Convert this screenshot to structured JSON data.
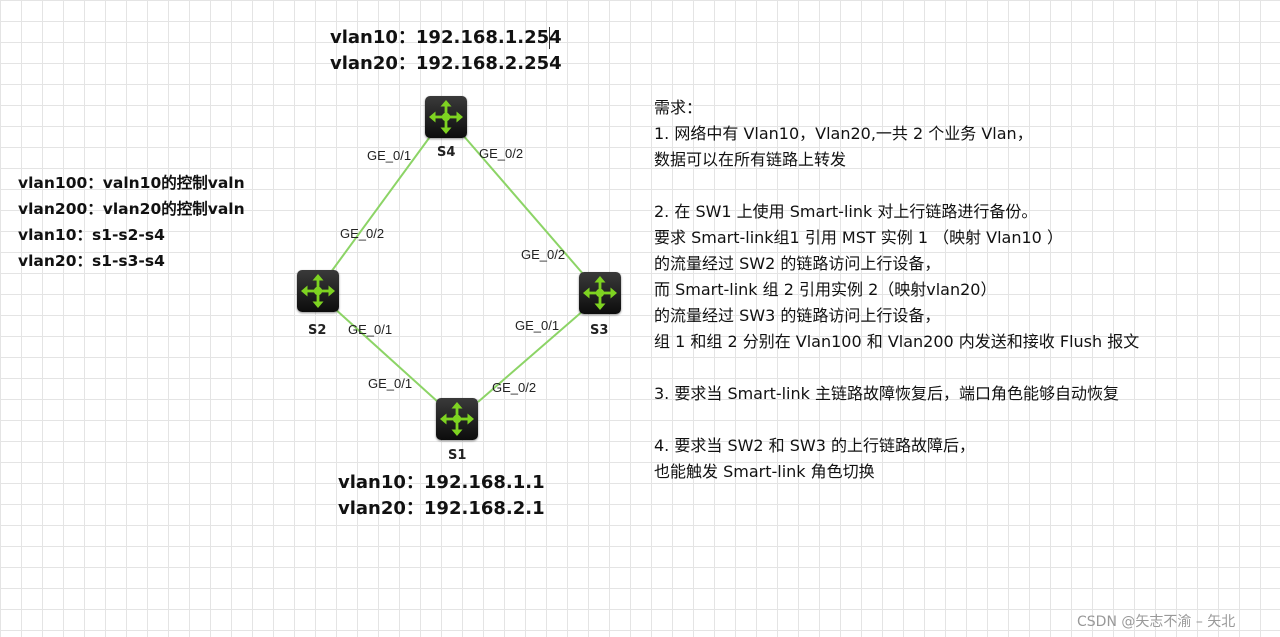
{
  "top_ips": [
    "vlan10：192.168.1.254",
    "vlan20：192.168.2.254"
  ],
  "bottom_ips": [
    "vlan10：192.168.1.1",
    "vlan20：192.168.2.1"
  ],
  "left_notes": [
    "vlan100：valn10的控制valn",
    "vlan200：vlan20的控制valn",
    "vlan10：s1-s2-s4",
    "vlan20：s1-s3-s4"
  ],
  "nodes": {
    "s4": {
      "label": "S4"
    },
    "s2": {
      "label": "S2"
    },
    "s3": {
      "label": "S3"
    },
    "s1": {
      "label": "S1"
    }
  },
  "ports": {
    "s4_left": "GE_0/1",
    "s4_right": "GE_0/2",
    "s2_top": "GE_0/2",
    "s2_bottom": "GE_0/1",
    "s3_top": "GE_0/2",
    "s3_bottom": "GE_0/1",
    "s1_left": "GE_0/1",
    "s1_right": "GE_0/2"
  },
  "requirements": [
    "需求：",
    "1. 网络中有  Vlan10，Vlan20,一共  2 个业务  Vlan，",
    "数据可以在所有链路上转发",
    "",
    "2. 在  SW1 上使用  Smart-link 对上行链路进行备份。",
    "要求 Smart-link组1 引用  MST 实例  1 （映射  Vlan10 ）",
    "的流量经过 SW2 的链路访问上行设备，",
    "而 Smart-link 组  2 引用实例  2（映射vlan20）",
    "的流量经过 SW3 的链路访问上行设备，",
    "组 1 和组  2 分别在  Vlan100 和  Vlan200 内发送和接收  Flush 报文",
    "",
    "3. 要求当  Smart-link 主链路故障恢复后，端口角色能够自动恢复",
    "",
    "4. 要求当  SW2 和  SW3 的上行链路故障后，",
    "也能触发 Smart-link 角色切换"
  ],
  "watermark": "CSDN @矢志不渝 – 矢北",
  "colors": {
    "link": "#8cd466",
    "router_arrow": "#7ed321",
    "router_body": "#141414"
  }
}
